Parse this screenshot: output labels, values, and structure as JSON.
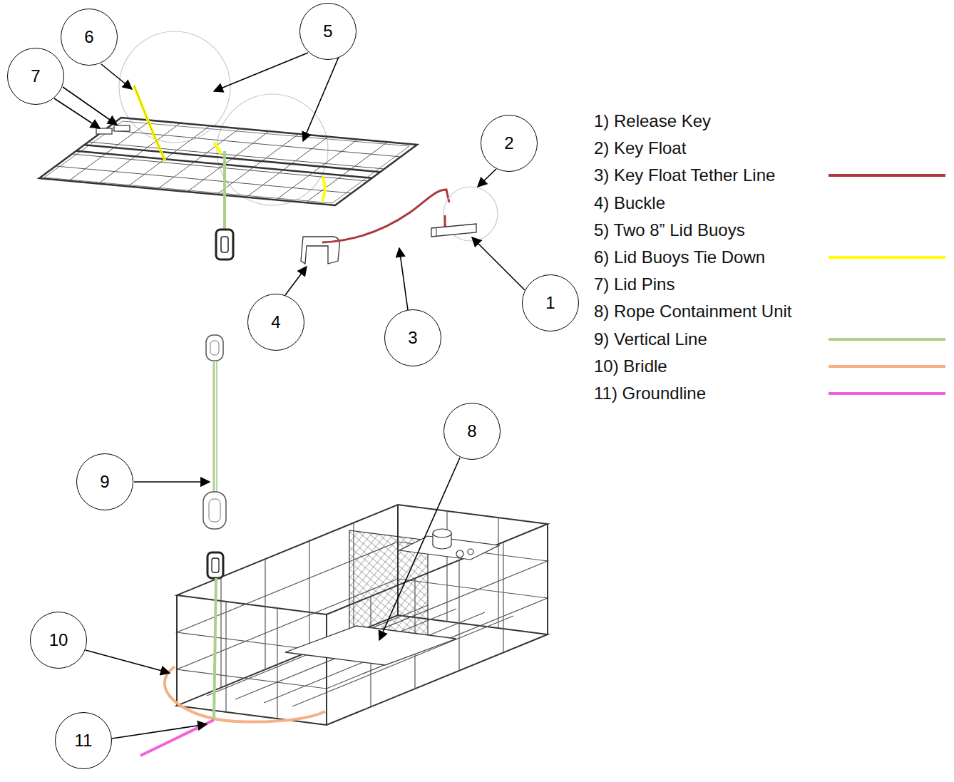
{
  "diagram": {
    "nodes": [
      {
        "text": [
          "5"
        ]
      },
      {
        "text": [
          "6"
        ]
      },
      {
        "text": [
          "7"
        ]
      },
      {
        "text": [
          "2"
        ]
      },
      {
        "text": [
          "1"
        ]
      },
      {
        "text": [
          "4"
        ]
      },
      {
        "text": [
          "3"
        ]
      },
      {
        "text": [
          "8"
        ]
      },
      {
        "text": [
          "9"
        ]
      },
      {
        "text": [
          "10"
        ]
      },
      {
        "text": [
          "11"
        ]
      }
    ],
    "legend": [
      {
        "text": "1) Release Key"
      },
      {
        "text": "2) Key Float"
      },
      {
        "text": "3) Key Float Tether Line",
        "color": "#a83a3e"
      },
      {
        "text": "4) Buckle"
      },
      {
        "text": "5) Two 8” Lid Buoys"
      },
      {
        "text": "6) Lid Buoys Tie Down",
        "color": "#ffff00"
      },
      {
        "text": "7) Lid Pins"
      },
      {
        "text": "8) Rope Containment Unit"
      },
      {
        "text": "9) Vertical Line",
        "color": "#a9d18e"
      },
      {
        "text": "10) Bridle",
        "color": "#f4b183"
      },
      {
        "text": "11) Groundline",
        "color": "#f062d8"
      }
    ]
  }
}
